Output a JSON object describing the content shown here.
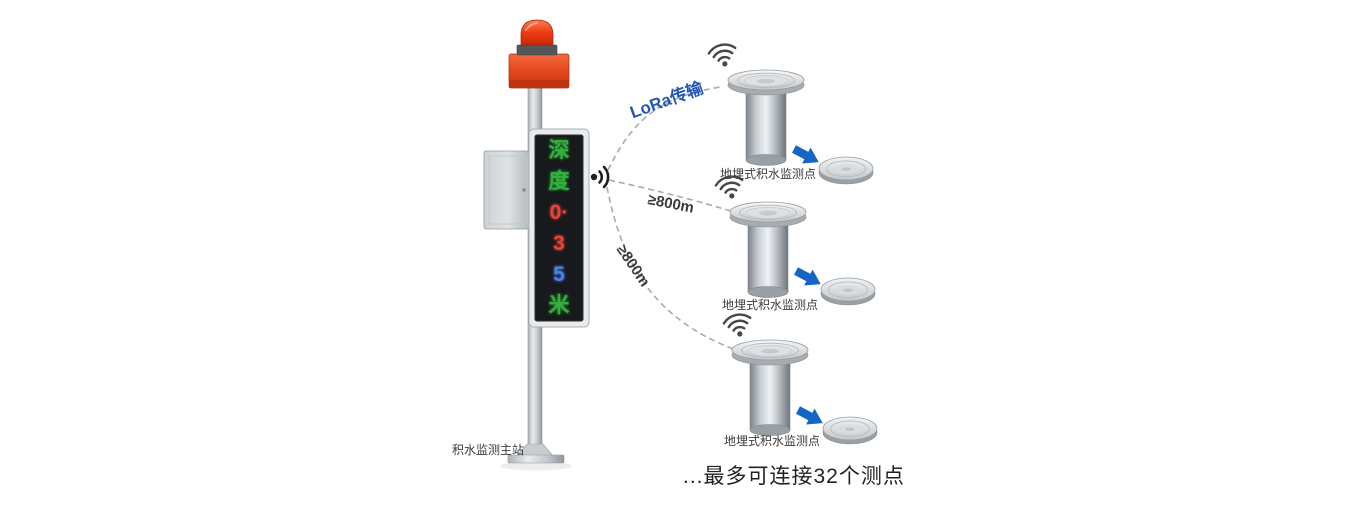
{
  "diagram": {
    "station": {
      "label": "积水监测主站",
      "display": {
        "rows": [
          {
            "text": "深",
            "color": "green"
          },
          {
            "text": "度",
            "color": "green"
          },
          {
            "text": "0·",
            "color": "red"
          },
          {
            "text": "3",
            "color": "red"
          },
          {
            "text": "5",
            "color": "blue"
          },
          {
            "text": "米",
            "color": "green"
          }
        ]
      }
    },
    "links": {
      "lora_label": "LoRa传输",
      "distance_label_1": "≥800m",
      "distance_label_2": "≥800m"
    },
    "sensors": [
      {
        "label": "地埋式积水监测点"
      },
      {
        "label": "地埋式积水监测点"
      },
      {
        "label": "地埋式积水监测点"
      }
    ],
    "footer_note": "...最多可连接32个测点",
    "colors": {
      "led_green": "#33b13c",
      "led_red": "#e8433a",
      "led_blue": "#4d7fe6",
      "lora_text": "#2456b4",
      "arrow_blue": "#1565c4",
      "beacon_red": "#e63415",
      "link_gray": "#a9abad"
    }
  }
}
